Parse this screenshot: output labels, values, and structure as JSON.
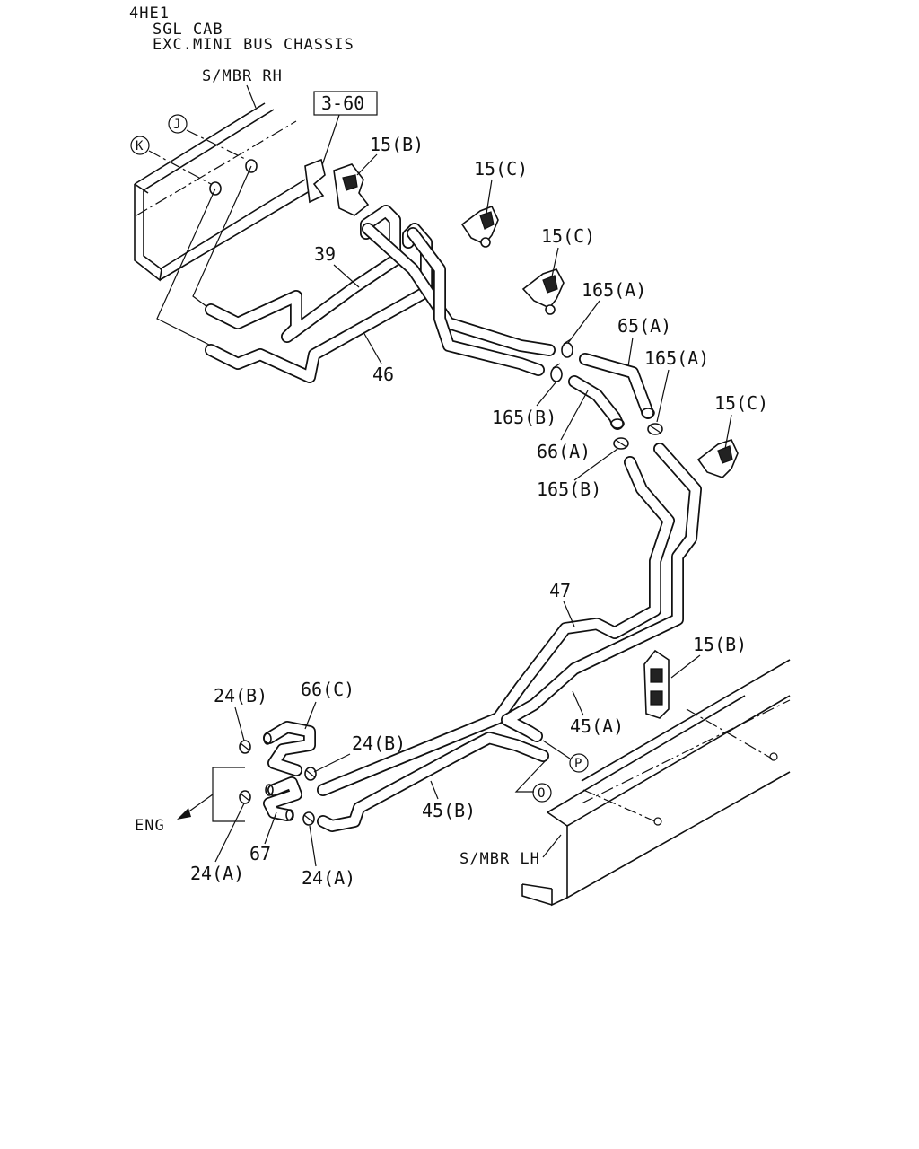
{
  "header": {
    "line1": "4HE1",
    "line2": "SGL CAB",
    "line3": "EXC.MINI BUS CHASSIS"
  },
  "frame_labels": {
    "rh": "S/MBR RH",
    "lh": "S/MBR LH",
    "eng": "ENG"
  },
  "reference_box": "3-60",
  "callouts": {
    "c15b_top": "15(B)",
    "c15c_1": "15(C)",
    "c15c_2": "15(C)",
    "c15c_3": "15(C)",
    "c15b_low": "15(B)",
    "c39": "39",
    "c46": "46",
    "c165a_1": "165(A)",
    "c165a_2": "165(A)",
    "c65a": "65(A)",
    "c165b_1": "165(B)",
    "c66a": "66(A)",
    "c165b_2": "165(B)",
    "c47": "47",
    "c45a": "45(A)",
    "c45b": "45(B)",
    "c66c": "66(C)",
    "c24b_1": "24(B)",
    "c24b_2": "24(B)",
    "c24a_1": "24(A)",
    "c24a_2": "24(A)",
    "c67": "67"
  },
  "circle_markers": {
    "j": "J",
    "k": "K",
    "p": "P",
    "o": "O"
  }
}
